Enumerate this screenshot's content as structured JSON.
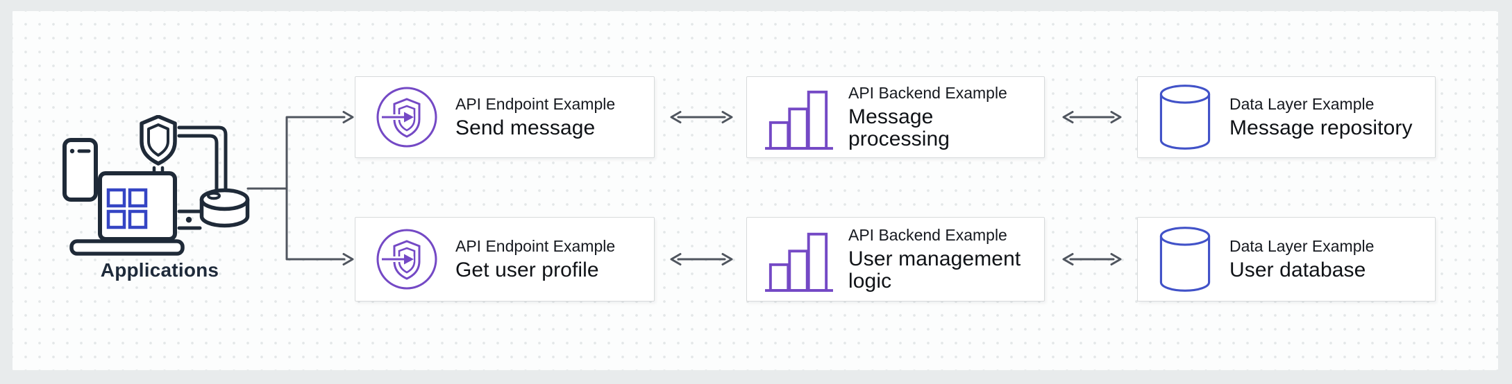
{
  "colors": {
    "outer_bg": "#e8ebec",
    "canvas_bg": "#fcfdfd",
    "dot": "#e3e7e8",
    "box_bg": "#ffffff",
    "box_border": "#d7dadb",
    "arrow": "#4f555e",
    "dark_navy": "#1f2a38",
    "app_blue": "#3545c4",
    "endpoint_purple": "#7449c5",
    "backend_purple": "#7449c5",
    "data_blue": "#4152c8",
    "text_primary": "#16191f",
    "label_navy": "#1e2a3a"
  },
  "source": {
    "label": "Applications"
  },
  "rows": [
    {
      "boxes": [
        {
          "category": "API Endpoint Example",
          "title": "Send message",
          "icon": "endpoint-shield-arrow-icon"
        },
        {
          "category": "API Backend Example",
          "title": "Message processing",
          "icon": "bar-chart-icon"
        },
        {
          "category": "Data Layer Example",
          "title": "Message repository",
          "icon": "database-cylinder-icon"
        }
      ]
    },
    {
      "boxes": [
        {
          "category": "API Endpoint Example",
          "title": "Get user profile",
          "icon": "endpoint-shield-arrow-icon"
        },
        {
          "category": "API Backend Example",
          "title": "User management logic",
          "icon": "bar-chart-icon"
        },
        {
          "category": "Data Layer Example",
          "title": "User database",
          "icon": "database-cylinder-icon"
        }
      ]
    }
  ]
}
